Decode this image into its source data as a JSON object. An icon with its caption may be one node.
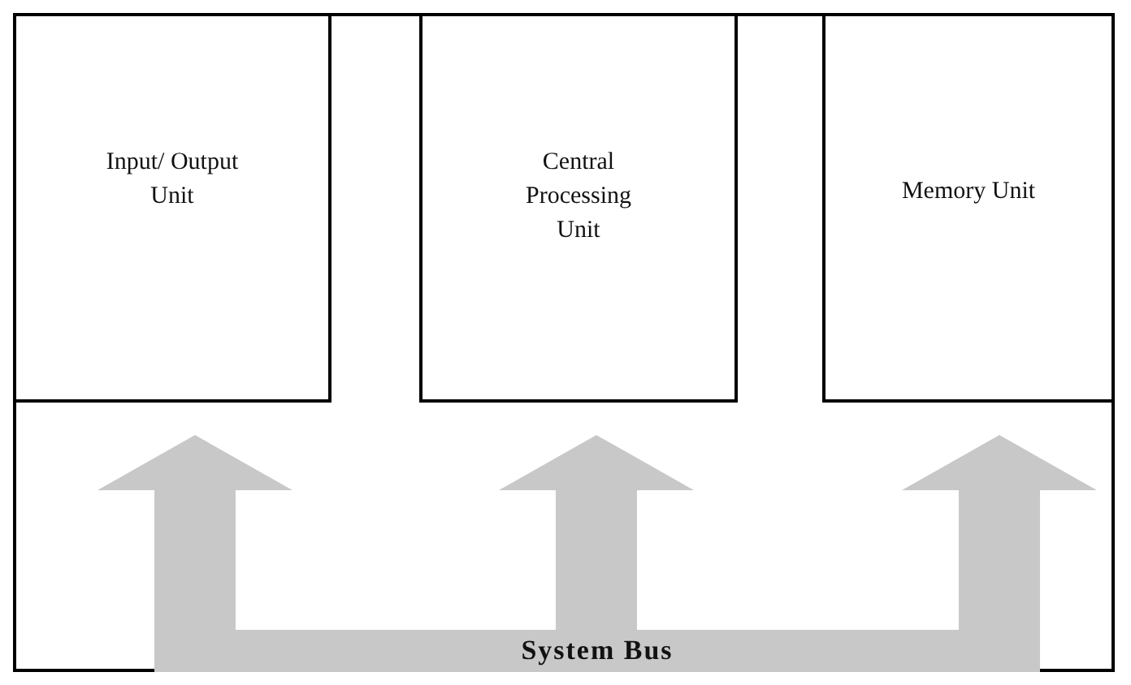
{
  "diagram": {
    "nodes": [
      {
        "text": [],
        "shape": "box"
      },
      {
        "text": [
          "Input/ Output Unit"
        ],
        "in": 0
      },
      {
        "text": [
          "Central Processing Unit"
        ],
        "in": 0
      },
      {
        "text": [
          "Memory Unit"
        ],
        "in": 0
      },
      {
        "text": [
          "System Bus"
        ],
        "in": 0
      }
    ],
    "edges": [
      {
        "from": 4,
        "to": 1,
        "arrow": "to"
      },
      {
        "from": 4,
        "to": 2,
        "arrow": "to"
      },
      {
        "from": 4,
        "to": 3,
        "arrow": "to"
      }
    ]
  }
}
